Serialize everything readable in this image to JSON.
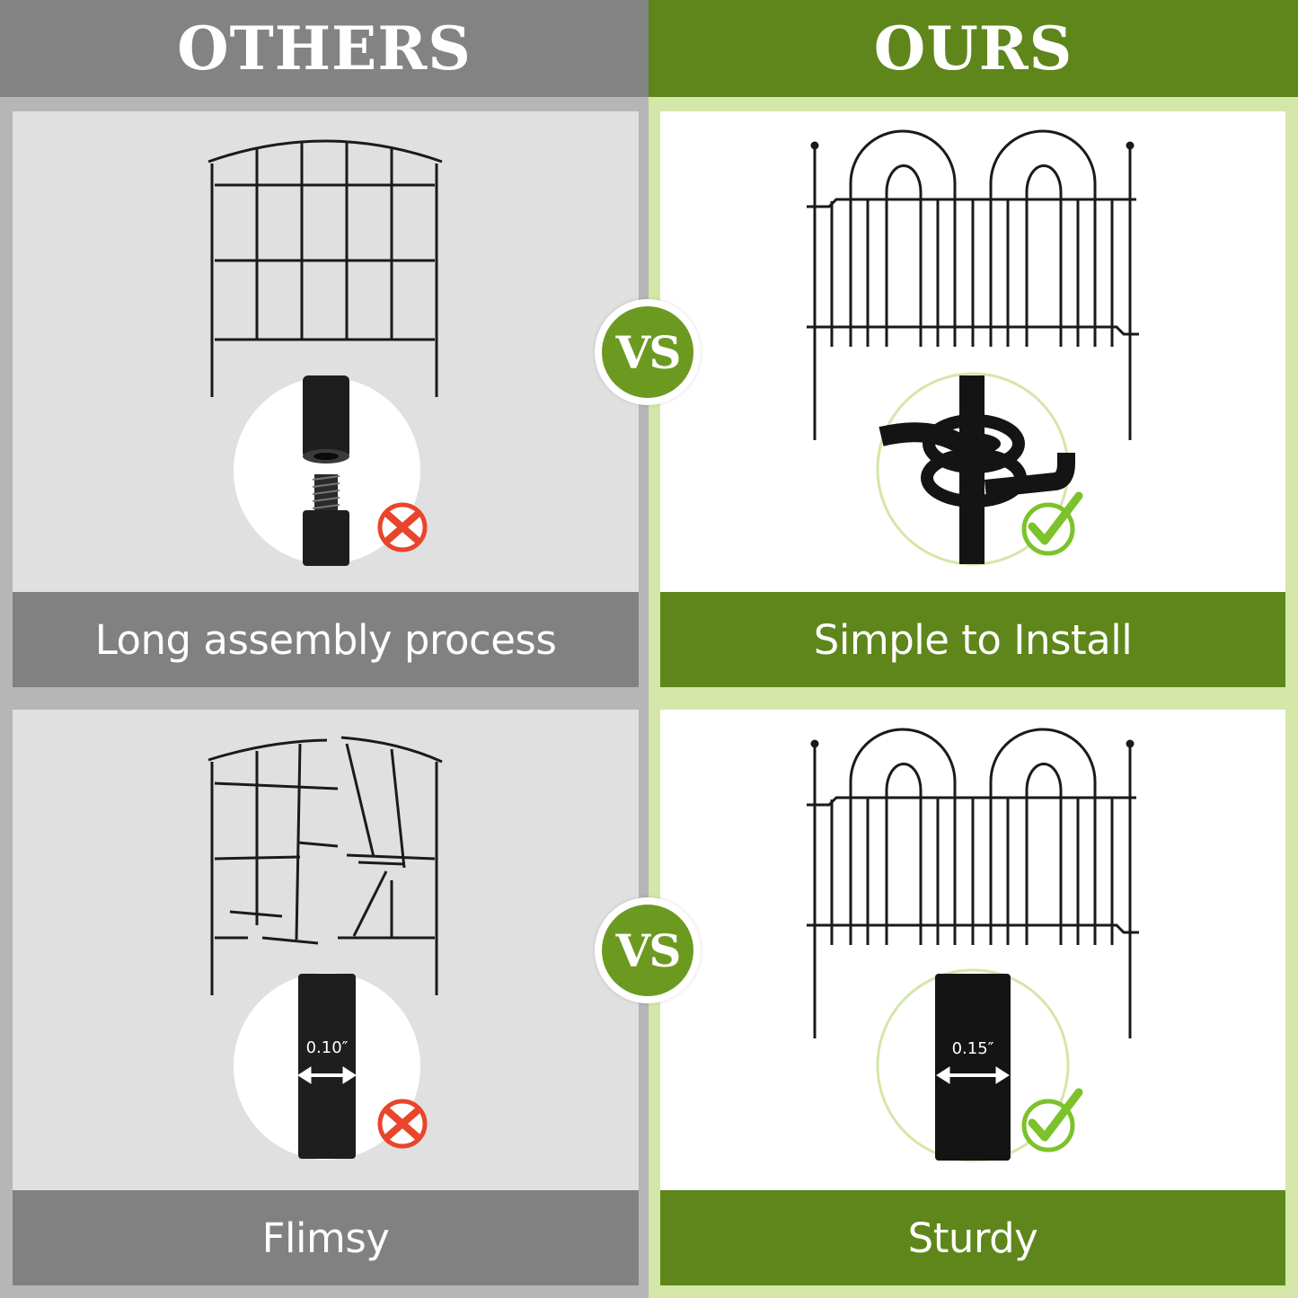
{
  "headers": {
    "left": "OTHERS",
    "right": "OURS"
  },
  "vs_label": "VS",
  "rows": [
    {
      "left_caption": "Long assembly process",
      "right_caption": "Simple to Install"
    },
    {
      "left_caption": "Flimsy",
      "right_caption": "Sturdy",
      "left_thickness": "0.10″",
      "right_thickness": "0.15″"
    }
  ],
  "colors": {
    "others_dark": "#838383",
    "others_light": "#e0e0e0",
    "ours_green": "#5e861a",
    "ours_light": "#d4e7a8",
    "cross_red": "#e8452c",
    "check_green": "#7cc22a"
  },
  "icons": [
    "fence-panel-icon",
    "threaded-joint-icon",
    "cross-mark-icon",
    "wire-loop-joint-icon",
    "check-mark-icon",
    "broken-fence-icon",
    "thickness-arrow-icon"
  ]
}
